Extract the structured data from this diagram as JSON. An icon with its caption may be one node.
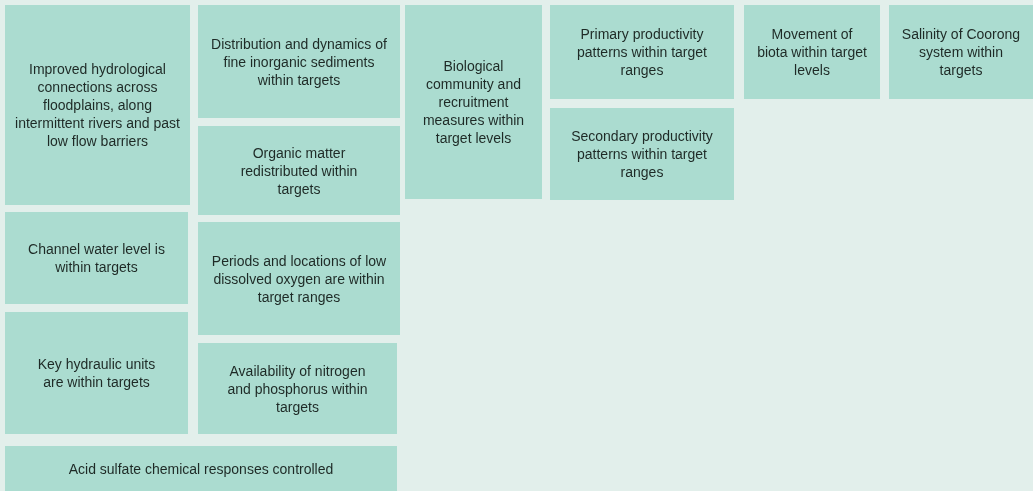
{
  "diagram": {
    "nodes": [
      {
        "text": [
          "Improved hydrological connections across floodplains, along intermittent rivers and past low flow barriers"
        ]
      },
      {
        "text": [
          "Channel water level is within targets"
        ]
      },
      {
        "text": [
          "Key hydraulic units are within targets"
        ]
      },
      {
        "text": [
          "Acid sulfate chemical responses controlled"
        ]
      },
      {
        "text": [
          "Distribution and dynamics of fine inorganic sediments within targets"
        ]
      },
      {
        "text": [
          "Organic matter redistributed within targets"
        ]
      },
      {
        "text": [
          "Periods and locations of low dissolved oxygen are within target ranges"
        ]
      },
      {
        "text": [
          "Availability of nitrogen and phosphorus within targets"
        ]
      },
      {
        "text": [
          "Biological community and recruitment measures within target levels"
        ]
      },
      {
        "text": [
          "Primary productivity patterns within target ranges"
        ]
      },
      {
        "text": [
          "Secondary productivity patterns within target ranges"
        ]
      },
      {
        "text": [
          "Movement of biota within target levels"
        ]
      },
      {
        "text": [
          "Salinity of Coorong system within targets"
        ]
      }
    ]
  }
}
